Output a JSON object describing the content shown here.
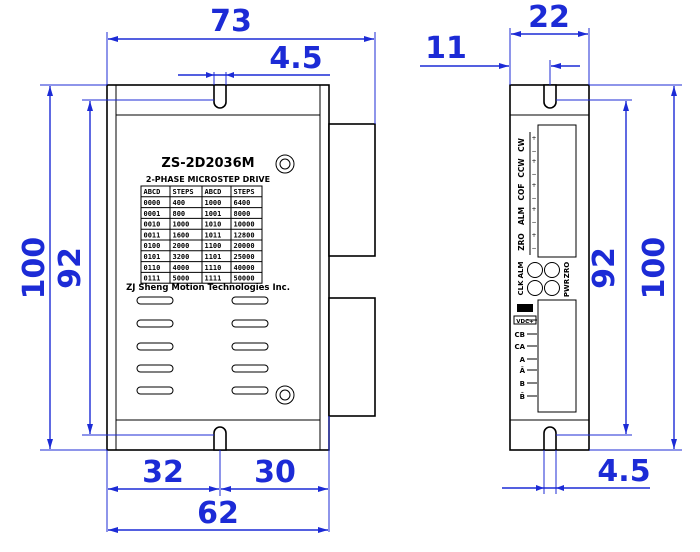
{
  "front": {
    "model": "ZS-2D2036M",
    "subtitle": "2-PHASE MICROSTEP DRIVE",
    "table_headers": [
      "ABCD",
      "STEPS",
      "ABCD",
      "STEPS"
    ],
    "table_rows": [
      [
        "0000",
        "400",
        "1000",
        "6400"
      ],
      [
        "0001",
        "800",
        "1001",
        "8000"
      ],
      [
        "0010",
        "1000",
        "1010",
        "10000"
      ],
      [
        "0011",
        "1600",
        "1011",
        "12800"
      ],
      [
        "0100",
        "2000",
        "1100",
        "20000"
      ],
      [
        "0101",
        "3200",
        "1101",
        "25000"
      ],
      [
        "0110",
        "4000",
        "1110",
        "40000"
      ],
      [
        "0111",
        "5000",
        "1111",
        "50000"
      ]
    ],
    "manufacturer": "ZJ Sheng Motion Technologies Inc."
  },
  "side": {
    "terminals_top": [
      "CW",
      "CCW",
      "COF",
      "ALM",
      "ZRO"
    ],
    "led_labels_left": [
      "ALM",
      "CLK"
    ],
    "led_labels_right": [
      "ZRO",
      "PWR"
    ],
    "terminals_bottom": [
      "VDC+",
      "CB",
      "CA",
      "A",
      "Ā",
      "B",
      "B̄"
    ],
    "polarity_plus": "+",
    "polarity_minus": "−"
  },
  "dimensions": {
    "width_total": "73",
    "slot_offset": "4.5",
    "height_outer": "100",
    "height_inner": "92",
    "bottom_left": "32",
    "bottom_right": "30",
    "bottom_total": "62",
    "side_width": "22",
    "side_offset": "11",
    "side_height_inner": "92",
    "side_height_outer": "100",
    "side_slot": "4.5"
  },
  "colors": {
    "dimension": "#1c2bd6",
    "body": "#000000"
  }
}
